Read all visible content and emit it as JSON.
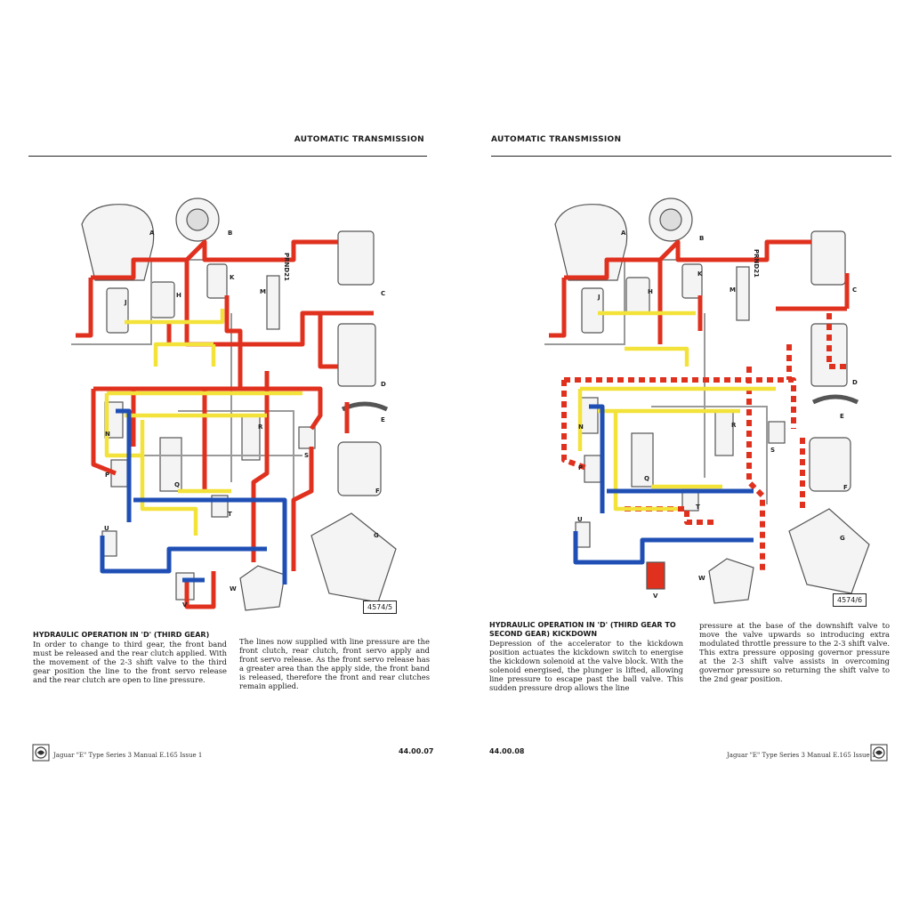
{
  "left_page": {
    "running_head": "AUTOMATIC TRANSMISSION",
    "diagram_labels": [
      "A",
      "B",
      "C",
      "D",
      "E",
      "F",
      "G",
      "H",
      "J",
      "K",
      "M",
      "N",
      "P",
      "Q",
      "R",
      "S",
      "T",
      "U",
      "V",
      "W"
    ],
    "selector_positions": "PRND21",
    "figure_number": "4574/5",
    "section_title": "HYDRAULIC OPERATION IN 'D' (THIRD GEAR)",
    "column_1": "In order to change to third gear, the front band must be released and the rear clutch applied. With the movement of the 2-3 shift valve to the third gear position the line to the front servo release and the rear clutch are open to line pressure.",
    "column_2": "The lines now supplied with line pressure are the front clutch, rear clutch, front servo apply and front servo release. As the front servo release has a greater area than the apply side, the front band is released, therefore the front and rear clutches remain applied.",
    "page_number": "44.00.07",
    "footer": "Jaguar \"E\" Type Series 3 Manual E.165 Issue 1"
  },
  "right_page": {
    "running_head": "AUTOMATIC TRANSMISSION",
    "diagram_labels": [
      "A",
      "B",
      "C",
      "D",
      "E",
      "F",
      "G",
      "H",
      "J",
      "K",
      "M",
      "N",
      "P",
      "Q",
      "R",
      "S",
      "T",
      "U",
      "V",
      "W"
    ],
    "selector_positions": "PRND21",
    "figure_number": "4574/6",
    "section_title": "HYDRAULIC OPERATION IN 'D' (THIRD GEAR TO SECOND GEAR) KICKDOWN",
    "column_1": "Depression of the accelerator to the kickdown position actuates the kickdown switch to energise the kickdown solenoid at the valve block. With the solenoid energised, the plunger is lifted, allowing line pressure to escape past the ball valve. This sudden pressure drop allows the line",
    "column_2": "pressure at the base of the downshift valve to move the valve upwards so introducing extra modulated throttle pressure to the 2-3 shift valve. This extra pressure opposing governor pressure at the 2-3 shift valve assists in overcoming governor pressure so returning the shift valve to the 2nd gear position.",
    "page_number": "44.00.08",
    "footer": "Jaguar \"E\" Type Series 3 Manual E.165 Issue 1"
  },
  "colors": {
    "line_pressure": "#e0311f",
    "modulated_pressure": "#f2e23a",
    "governor_pressure": "#1f4fb5",
    "exhaust": "#9a9a9a"
  }
}
